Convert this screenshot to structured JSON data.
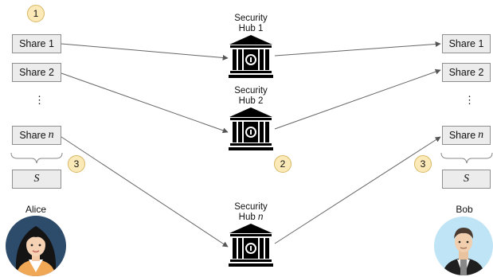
{
  "badges": {
    "step1": "1",
    "step2": "2",
    "step3_left": "3",
    "step3_right": "3"
  },
  "alice": {
    "name": "Alice",
    "shares": [
      {
        "base": "Share",
        "index": "1"
      },
      {
        "base": "Share",
        "index": "2"
      },
      {
        "base": "Share",
        "index": "n"
      }
    ],
    "ellipsis": "⋮",
    "secret": "S"
  },
  "bob": {
    "name": "Bob",
    "shares": [
      {
        "base": "Share",
        "index": "1"
      },
      {
        "base": "Share",
        "index": "2"
      },
      {
        "base": "Share",
        "index": "n"
      }
    ],
    "ellipsis": "⋮",
    "secret": "S"
  },
  "hubs": [
    {
      "line1": "Security",
      "line2_base": "Hub",
      "line2_index": "1"
    },
    {
      "line1": "Security",
      "line2_base": "Hub",
      "line2_index": "2"
    },
    {
      "line1": "Security",
      "line2_base": "Hub",
      "line2_index": "n"
    }
  ],
  "colors": {
    "box_fill": "#ececec",
    "badge_fill": "#fbe9b7",
    "alice_bg": "#2d4b6a",
    "bob_bg": "#bfe4f5",
    "hub_icon": "#000000"
  }
}
